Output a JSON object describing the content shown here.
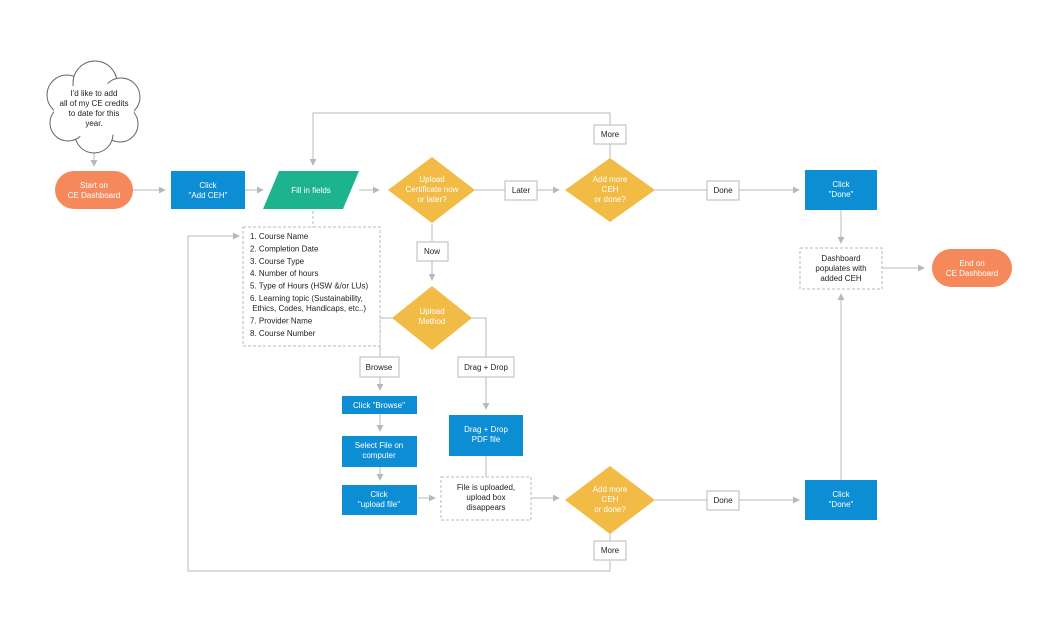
{
  "colors": {
    "terminal": "#f6895c",
    "process": "#0c8dd4",
    "input": "#1db38e",
    "decision": "#f2bb45",
    "connector": "#b8b8b8",
    "text_dark": "#222222",
    "text_light": "#ffffff"
  },
  "thought": [
    "I'd like to add",
    "all of my CE credits",
    "to date for this",
    "year."
  ],
  "nodes": {
    "start": [
      "Start on",
      "CE Dashboard"
    ],
    "click_add_ceh": [
      "Click",
      "\"Add CEH\""
    ],
    "fill_in_fields": [
      "Fill in fields"
    ],
    "upload_decision": [
      "Upload",
      "Certificate now",
      "or later?"
    ],
    "add_more_top": [
      "Add more",
      "CEH",
      "or done?"
    ],
    "click_done_top": [
      "Click",
      "\"Done\""
    ],
    "dashboard_populates": [
      "Dashboard",
      "populates with",
      "added CEH"
    ],
    "end": [
      "End on",
      "CE Dashboard"
    ],
    "upload_method": [
      "Upload",
      "Method"
    ],
    "click_browse": [
      "Click \"Browse\""
    ],
    "select_file": [
      "Select File on",
      "computer"
    ],
    "click_upload_file": [
      "Click",
      "\"upload file\""
    ],
    "drag_drop_pdf": [
      "Drag + Drop",
      "PDF file"
    ],
    "file_uploaded": [
      "File is uploaded,",
      "upload box",
      "disappears"
    ],
    "add_more_bottom": [
      "Add more",
      "CEH",
      "or done?"
    ],
    "click_done_bottom": [
      "Click",
      "\"Done\""
    ]
  },
  "field_list": [
    [
      "1.  Course Name"
    ],
    [
      "2.  Completion Date"
    ],
    [
      "3.  Course Type"
    ],
    [
      "4.  Number of hours"
    ],
    [
      "5.  Type of Hours (HSW &/or LUs)"
    ],
    [
      "6.  Learning topic (Sustainability,",
      "     Ethics, Codes, Handicaps, etc..)"
    ],
    [
      "7.  Provider Name"
    ],
    [
      "8.  Course Number"
    ]
  ],
  "edge_labels": {
    "more_top": "More",
    "later": "Later",
    "done_top": "Done",
    "now": "Now",
    "browse": "Browse",
    "drag_drop": "Drag + Drop",
    "done_bottom": "Done",
    "more_bottom": "More"
  }
}
